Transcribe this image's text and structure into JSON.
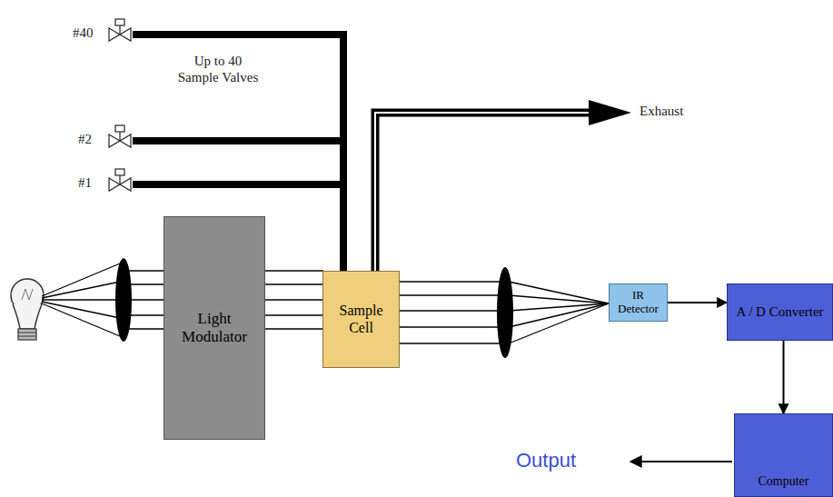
{
  "diagram": {
    "nodes": [
      {
        "text": [
          "Light Modulator"
        ]
      },
      {
        "text": [
          "Sample Cell"
        ]
      },
      {
        "text": [
          "IR Detector"
        ]
      },
      {
        "text": [
          "A / D Converter"
        ]
      },
      {
        "text": [
          "Computer"
        ]
      }
    ],
    "edges": [
      {
        "from": 2,
        "to": 3,
        "arrow": "to"
      },
      {
        "from": 3,
        "to": 4,
        "arrow": "to"
      }
    ],
    "labels": [
      "#40",
      "Up to 40 Sample Valves",
      "#2",
      "#1",
      "Exhaust",
      "Output"
    ]
  }
}
